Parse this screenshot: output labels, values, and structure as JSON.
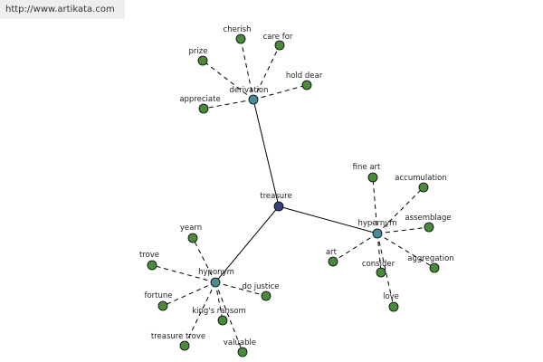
{
  "site_url": "http://www.artikata.com",
  "colors": {
    "root_node": "#33407a",
    "hub_node": "#4a8c96",
    "leaf_node": "#4b8a3c",
    "edge": "#000000",
    "banner_bg": "#eeeeee"
  },
  "graph": {
    "root": {
      "id": "treasure",
      "label": "treasure"
    },
    "hubs": [
      {
        "id": "derivation",
        "label": "derivation"
      },
      {
        "id": "hypernym",
        "label": "hypernym"
      },
      {
        "id": "hyponym",
        "label": "hyponym"
      }
    ],
    "leaves": [
      {
        "id": "cherish",
        "label": "cherish",
        "hub": "derivation"
      },
      {
        "id": "care-for",
        "label": "care for",
        "hub": "derivation"
      },
      {
        "id": "prize",
        "label": "prize",
        "hub": "derivation"
      },
      {
        "id": "hold-dear",
        "label": "hold dear",
        "hub": "derivation"
      },
      {
        "id": "appreciate",
        "label": "appreciate",
        "hub": "derivation"
      },
      {
        "id": "fine-art",
        "label": "fine art",
        "hub": "hypernym"
      },
      {
        "id": "accumulation",
        "label": "accumulation",
        "hub": "hypernym"
      },
      {
        "id": "assemblage",
        "label": "assemblage",
        "hub": "hypernym"
      },
      {
        "id": "art",
        "label": "art",
        "hub": "hypernym"
      },
      {
        "id": "consider",
        "label": "consider",
        "hub": "hypernym"
      },
      {
        "id": "aggregation",
        "label": "aggregation",
        "hub": "hypernym"
      },
      {
        "id": "love",
        "label": "love",
        "hub": "hypernym"
      },
      {
        "id": "yearn",
        "label": "yearn",
        "hub": "hyponym"
      },
      {
        "id": "trove",
        "label": "trove",
        "hub": "hyponym"
      },
      {
        "id": "do-justice",
        "label": "do justice",
        "hub": "hyponym"
      },
      {
        "id": "fortune",
        "label": "fortune",
        "hub": "hyponym"
      },
      {
        "id": "kings-ransom",
        "label": "king's ransom",
        "hub": "hyponym"
      },
      {
        "id": "treasure-trove",
        "label": "treasure trove",
        "hub": "hyponym"
      },
      {
        "id": "valuable",
        "label": "valuable",
        "hub": "hyponym"
      }
    ]
  }
}
